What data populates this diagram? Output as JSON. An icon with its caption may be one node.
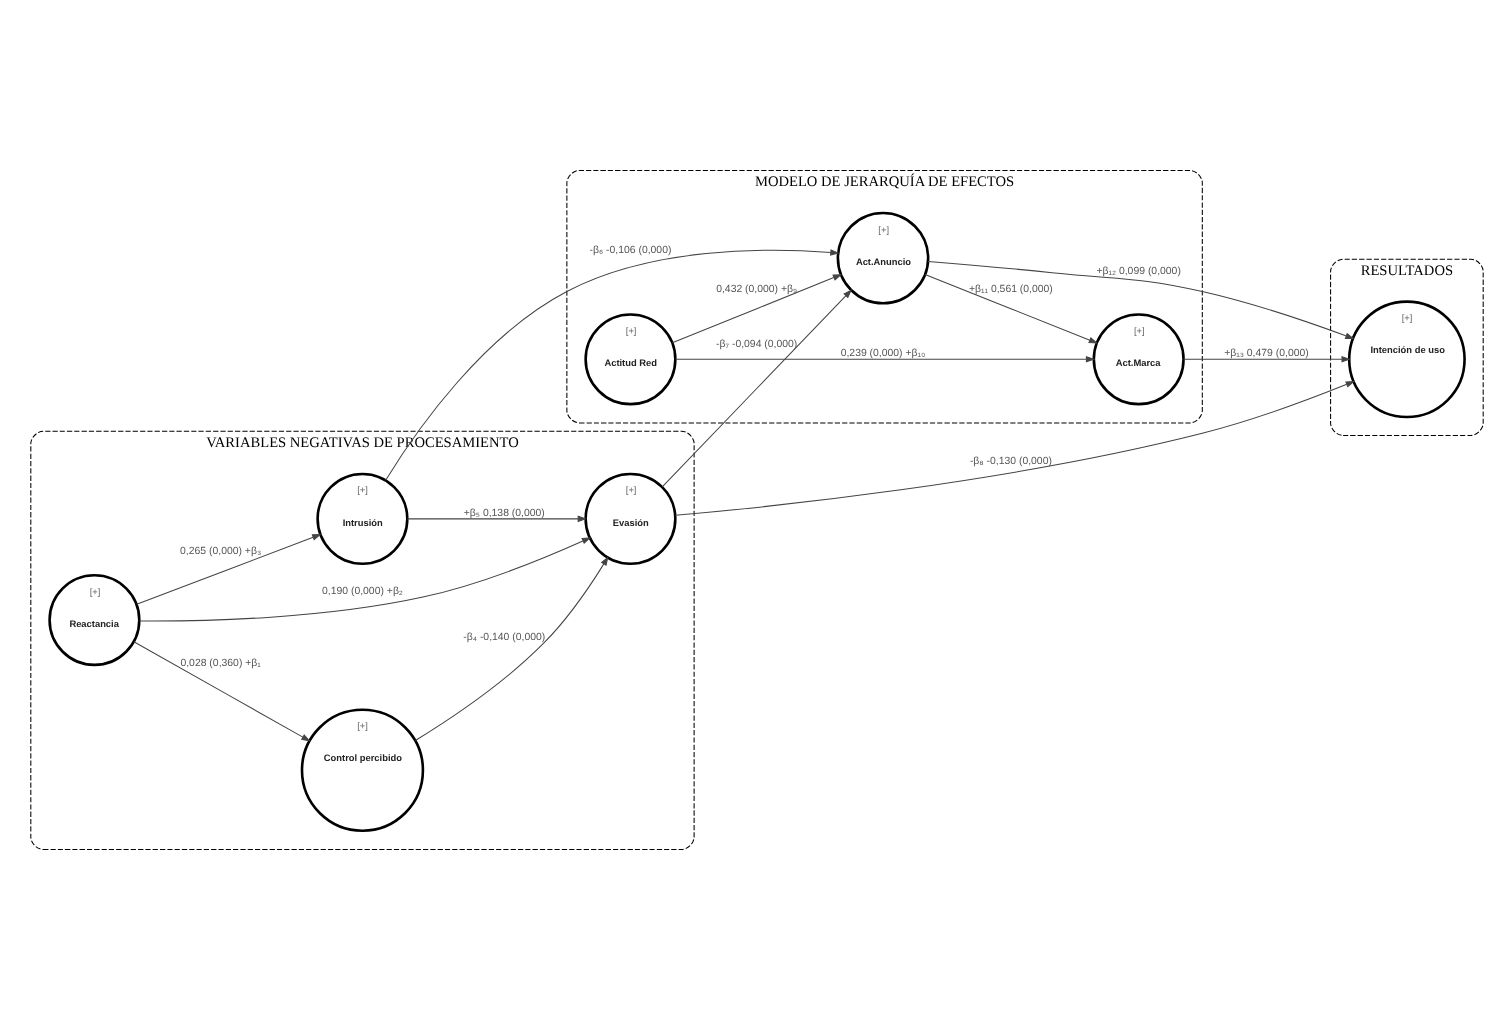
{
  "diagram": {
    "nodes": [
      {
        "text": [
          "VARIABLES NEGATIVAS DE PROCESAMIENTO"
        ]
      },
      {
        "text": [
          "[+]",
          "Control percibido"
        ],
        "in": 0
      },
      {
        "text": [
          "[+]",
          "Evasión"
        ],
        "in": 0
      },
      {
        "text": [
          "[+]",
          "Reactancia"
        ],
        "in": 0
      },
      {
        "text": [
          "[+]",
          "Intrusión"
        ],
        "in": 0
      },
      {
        "text": [
          "RESULTADOS"
        ]
      },
      {
        "text": [
          "[+]",
          "Intención de uso"
        ],
        "in": 5
      },
      {
        "text": [
          "MODELO DE JERARQUÍA DE EFECTOS"
        ]
      },
      {
        "text": [
          "[+]",
          "Act.Anuncio"
        ],
        "in": 7
      },
      {
        "text": [
          "[+]",
          "Actitud Red"
        ],
        "in": 7
      },
      {
        "text": [
          "[+]",
          "Act.Marca"
        ],
        "in": 7
      }
    ],
    "edges": [
      {
        "from": 3,
        "to": 1,
        "arrow": "to",
        "label": "0,028 (0,360) +β₁"
      },
      {
        "from": 1,
        "to": 2,
        "arrow": "to",
        "label": "-β₄ -0,140 (0,000)"
      },
      {
        "from": 3,
        "to": 2,
        "arrow": "to",
        "label": "0,190 (0,000) +β₂"
      },
      {
        "from": 3,
        "to": 4,
        "arrow": "to",
        "label": "0,265 (0,000) +β₃"
      },
      {
        "from": 4,
        "to": 2,
        "arrow": "to",
        "label": "+β₅ 0,138 (0,000)"
      },
      {
        "from": 4,
        "to": 8,
        "arrow": "to",
        "label": "-β₆ -0,106 (0,000)"
      },
      {
        "from": 2,
        "to": 8,
        "arrow": "to",
        "label": "-β₇ -0,094 (0,000)"
      },
      {
        "from": 2,
        "to": 6,
        "arrow": "to",
        "label": "-β₈ -0,130 (0,000)"
      },
      {
        "from": 9,
        "to": 8,
        "arrow": "to",
        "label": "0,432 (0,000) +β₉"
      },
      {
        "from": 9,
        "to": 10,
        "arrow": "to",
        "label": "0,239 (0,000) +β₁₀"
      },
      {
        "from": 8,
        "to": 10,
        "arrow": "to",
        "label": "+β₁₁ 0,561 (0,000)"
      },
      {
        "from": 8,
        "to": 6,
        "arrow": "to",
        "label": "+β₁₂ 0,099 (0,000)"
      },
      {
        "from": 10,
        "to": 6,
        "arrow": "to",
        "label": "+β₁₃ 0,479 (0,000)"
      }
    ]
  }
}
